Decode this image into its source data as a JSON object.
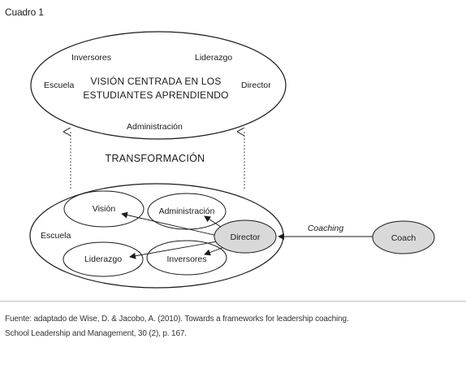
{
  "figure_label": "Cuadro 1",
  "top_ellipse": {
    "items": {
      "inversores": "Inversores",
      "liderazgo": "Liderazgo",
      "escuela": "Escuela",
      "director": "Director",
      "administracion": "Administración"
    },
    "center_line1": "VISIÓN CENTRADA EN LOS",
    "center_line2": "ESTUDIANTES APRENDIENDO"
  },
  "transformation_label": "TRANSFORMACIÓN",
  "bottom_ellipse": {
    "label": "Escuela",
    "nodes": {
      "vision": "Visión",
      "administracion": "Administración",
      "director": "Director",
      "liderazgo": "Liderazgo",
      "inversores": "Inversores"
    }
  },
  "coaching_label": "Coaching",
  "coach_label": "Coach",
  "colors": {
    "line": "#1a1a1a",
    "node_fill_shaded": "#d9d9d9",
    "rule": "#bdbdbd"
  },
  "source": {
    "line1": "Fuente: adaptado de Wise, D. & Jacobo, A. (2010). Towards a frameworks for leadership coaching.",
    "line2": "School Leadership and Management, 30 (2), p. 167."
  }
}
